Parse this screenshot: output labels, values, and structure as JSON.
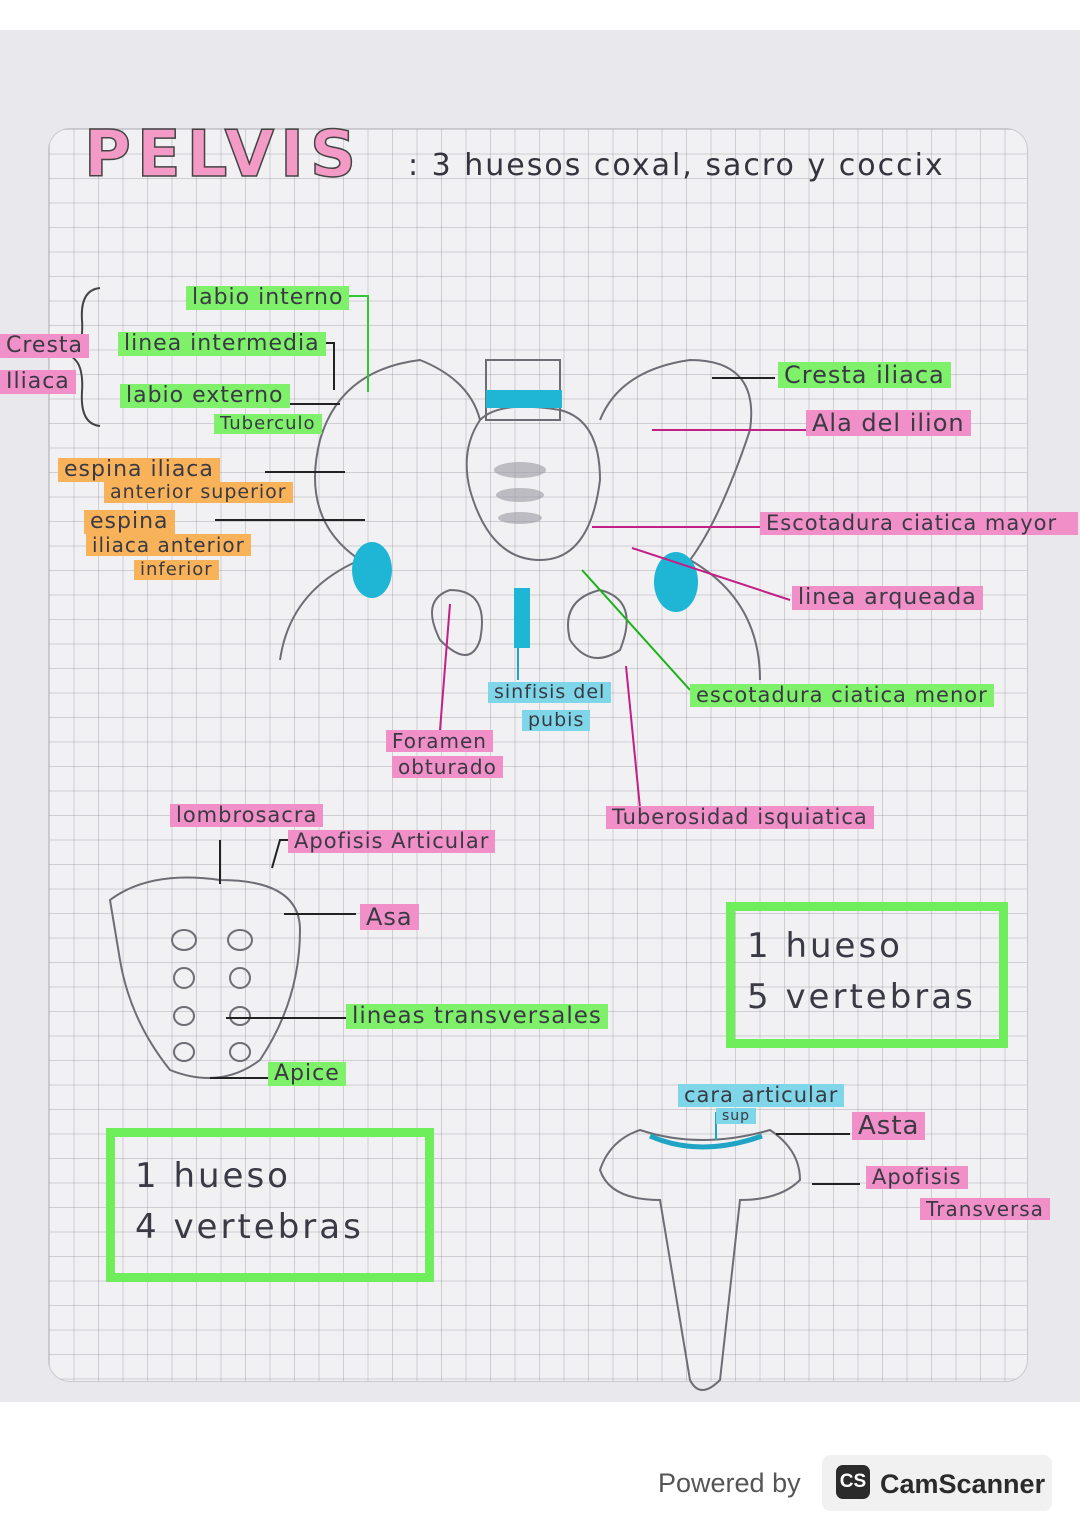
{
  "title": {
    "main": "PELVIS",
    "rest": ": 3 huesos   coxal, sacro   y  coccix"
  },
  "pelvis_labels": {
    "left_brace": [
      "Cresta",
      "Iliaca"
    ],
    "labio_interno": "labio interno",
    "linea_intermedia": "linea intermedia",
    "labio_externo": "labio externo",
    "tuberculo": "Tuberculo",
    "espina_sup_1": "espina iliaca",
    "espina_sup_2": "anterior superior",
    "espina_inf_1": "espina",
    "espina_inf_2": "iliaca anterior",
    "espina_inf_3": "inferior",
    "cresta_iliaca": "Cresta iliaca",
    "ala_ilion": "Ala del ilion",
    "escotadura_mayor": "Escotadura ciatica mayor",
    "linea_arqueada": "linea arqueada",
    "escotadura_menor": "escotadura ciatica menor",
    "sinfisis_1": "sinfisis del",
    "sinfisis_2": "pubis",
    "foramen_1": "Foramen",
    "foramen_2": "obturado",
    "tuberosidad": "Tuberosidad isquiatica"
  },
  "sacro_labels": {
    "lumbrosacra": "lombrosacra",
    "apofisis_articular": "Apofisis Articular",
    "asa": "Asa",
    "lineas_transversales": "lineas transversales",
    "apice": "Apice",
    "box_line1": "1 hueso",
    "box_line2": "5 vertebras"
  },
  "coccix_labels": {
    "cara_articular_1": "cara articular",
    "cara_articular_2": "sup",
    "asta": "Asta",
    "apofisis_1": "Apofisis",
    "apofisis_2": "Transversa",
    "box_line1": "1 hueso",
    "box_line2": "4 vertebras"
  },
  "footer": {
    "powered_by": "Powered by",
    "logo_text": "CS",
    "app_name": "CamScanner"
  },
  "colors": {
    "green_highlight": "#7ff06a",
    "pink_highlight": "#f08fc8",
    "orange_highlight": "#f7b25a",
    "blue_highlight": "#7fd6e8"
  }
}
